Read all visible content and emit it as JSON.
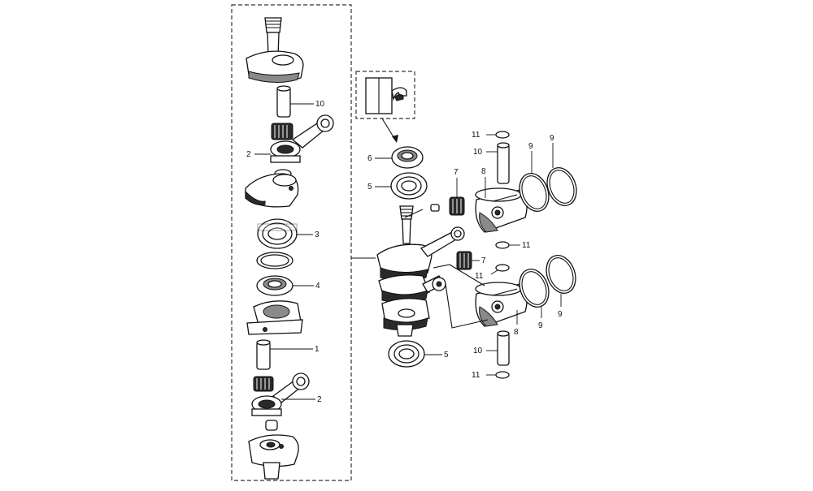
{
  "diagram": {
    "callouts": [
      {
        "id": "c-left-10",
        "label": "10"
      },
      {
        "id": "c-left-2a",
        "label": "2"
      },
      {
        "id": "c-left-3",
        "label": "3"
      },
      {
        "id": "c-left-4",
        "label": "4"
      },
      {
        "id": "c-left-1",
        "label": "1"
      },
      {
        "id": "c-left-2b",
        "label": "2"
      },
      {
        "id": "c-6",
        "label": "6"
      },
      {
        "id": "c-5a",
        "label": "5"
      },
      {
        "id": "c-5b",
        "label": "5"
      },
      {
        "id": "c-7a",
        "label": "7"
      },
      {
        "id": "c-7b",
        "label": "7"
      },
      {
        "id": "c-8a",
        "label": "8"
      },
      {
        "id": "c-8b",
        "label": "8"
      },
      {
        "id": "c-9a",
        "label": "9"
      },
      {
        "id": "c-9b",
        "label": "9"
      },
      {
        "id": "c-9c",
        "label": "9"
      },
      {
        "id": "c-9d",
        "label": "9"
      },
      {
        "id": "c-10a",
        "label": "10"
      },
      {
        "id": "c-10b",
        "label": "10"
      },
      {
        "id": "c-11a",
        "label": "11"
      },
      {
        "id": "c-11b",
        "label": "11"
      },
      {
        "id": "c-11c",
        "label": "11"
      },
      {
        "id": "c-11d",
        "label": "11"
      }
    ]
  }
}
